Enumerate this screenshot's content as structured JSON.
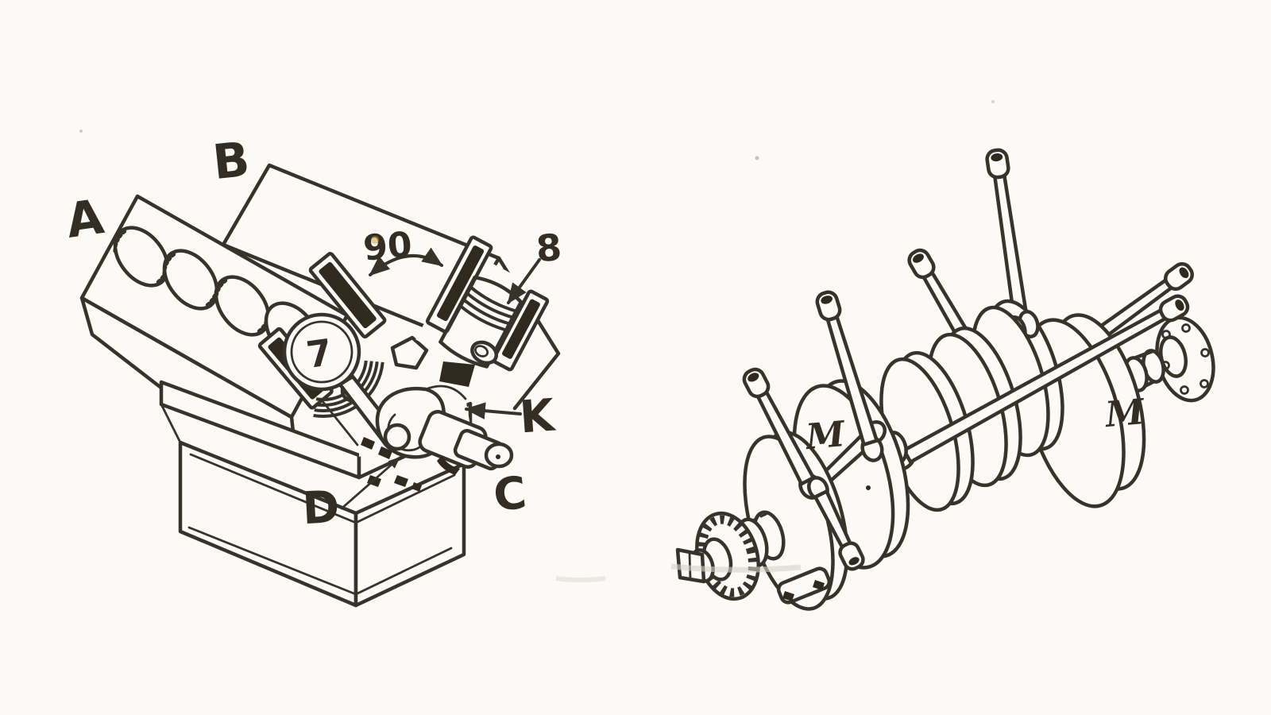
{
  "palette": {
    "paper": "#fbfaf6",
    "ink": "#38332a",
    "section_fill": "#30291e",
    "stain": "#c9a245",
    "smudge": "#d6d2c9"
  },
  "engine_block": {
    "labels": {
      "bank_a": "A",
      "bank_b": "B",
      "vee_angle": "90",
      "piston_left": "7",
      "piston_right": "8",
      "crank_chamber": "K",
      "crank_nose": "C",
      "crank_journal": "D"
    }
  },
  "crankshaft": {
    "labels": {
      "counterweight_front": "M",
      "counterweight_rear": "M"
    }
  }
}
